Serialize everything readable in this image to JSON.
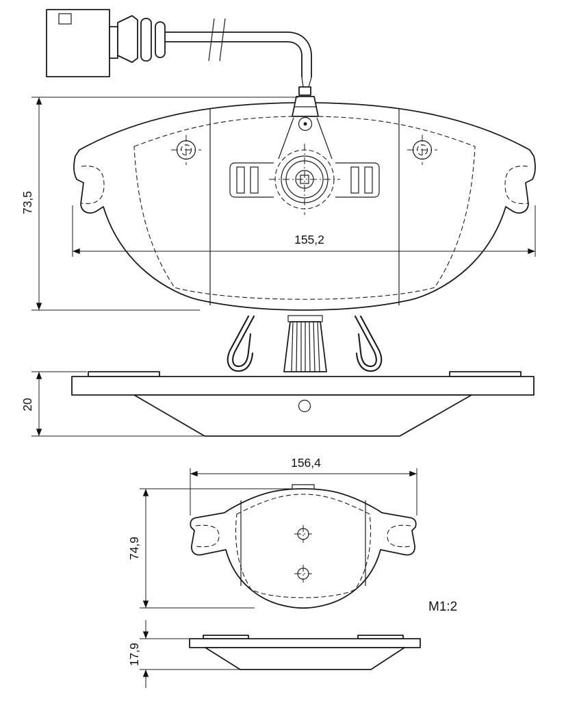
{
  "drawing": {
    "scale_label": "M1:2",
    "line_color": "#1a1a1a",
    "background_color": "#ffffff",
    "dimensions": {
      "pad1_height": "73,5",
      "pad1_width": "155,2",
      "pad1_thickness": "20",
      "pad2_width": "156,4",
      "pad2_height": "74,9",
      "pad2_thickness": "17,9"
    }
  }
}
